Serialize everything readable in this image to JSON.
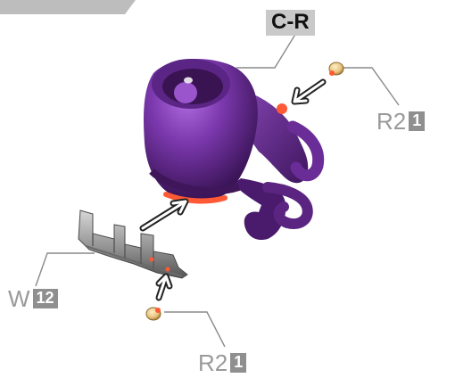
{
  "part_label": "C-R",
  "callouts": [
    {
      "code": "R2",
      "qty": "1",
      "icon": "pin-part-icon"
    },
    {
      "code": "W",
      "qty": "12",
      "icon": "hand-part-icon"
    },
    {
      "code": "R2",
      "qty": "1",
      "icon": "pin-part-icon"
    }
  ],
  "colors": {
    "part_body": "#6d2f99",
    "part_shadow": "#3c1559",
    "hand_part": "#8c8c8c",
    "pin_part": "#e7c07a",
    "peg_highlight": "#ff5a35",
    "label_gray": "#9a9a9a",
    "qty_box": "#8f8f8f",
    "header_tab": "#bdbdbd"
  },
  "icons": [
    "header-tab-icon",
    "arm-part-icon",
    "hand-part-icon",
    "pin-part-icon",
    "insert-arrow-icon",
    "leader-line-icon"
  ]
}
